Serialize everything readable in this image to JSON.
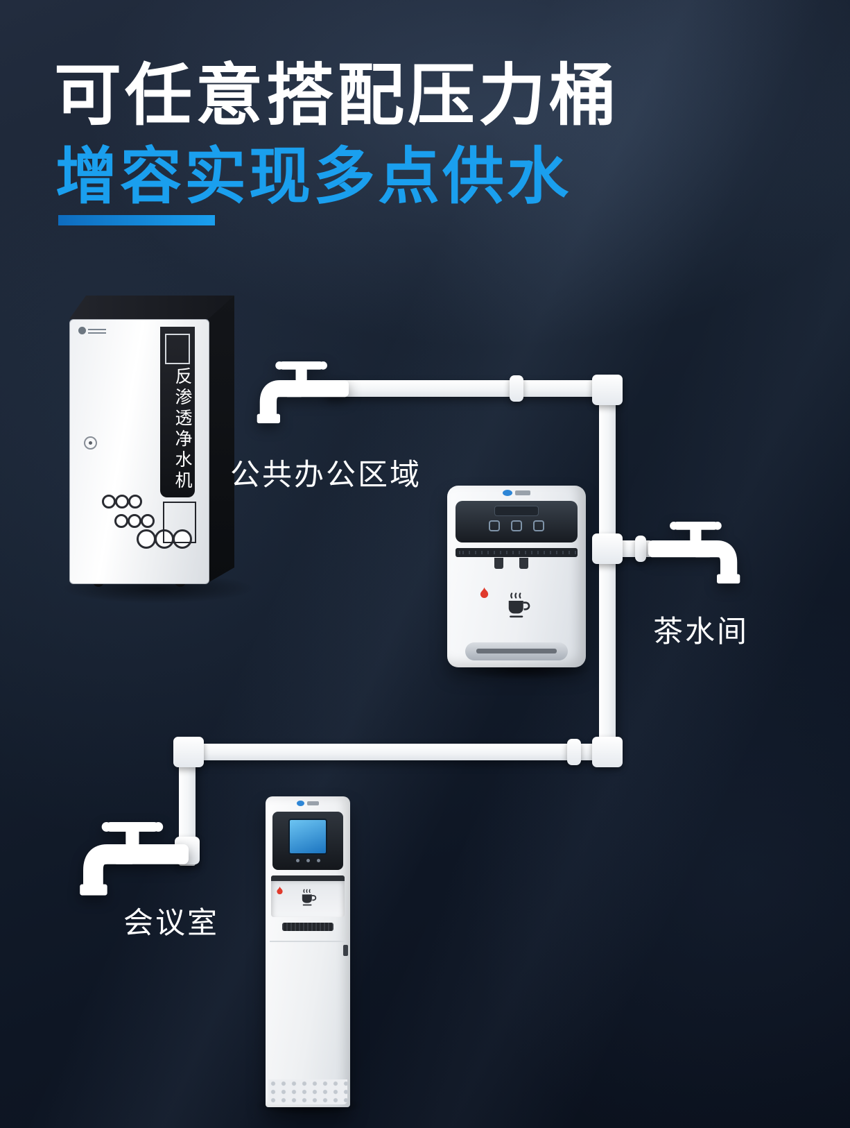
{
  "page": {
    "title": "可任意搭配压力桶",
    "subtitle": "增容实现多点供水"
  },
  "diagram": {
    "labels": {
      "office_area": "公共办公区域",
      "tea_room": "茶水间",
      "meeting_room": "会议室"
    },
    "purifier": {
      "side_text": "反渗透净水机"
    }
  },
  "icons": {
    "faucet": "faucet-icon",
    "mug": "mug-icon",
    "flame": "flame-icon",
    "keyhole": "keyhole-icon",
    "brand": "brand-logo",
    "wheel": "wheel-icon"
  },
  "colors": {
    "accent_blue": "#1a9fee",
    "divider_blue": "#0e6cbe",
    "pipe_white": "#ffffff",
    "background_dark": "#0c1422",
    "flame_red": "#e03a2c",
    "screen_blue": "#2f8fd4"
  }
}
